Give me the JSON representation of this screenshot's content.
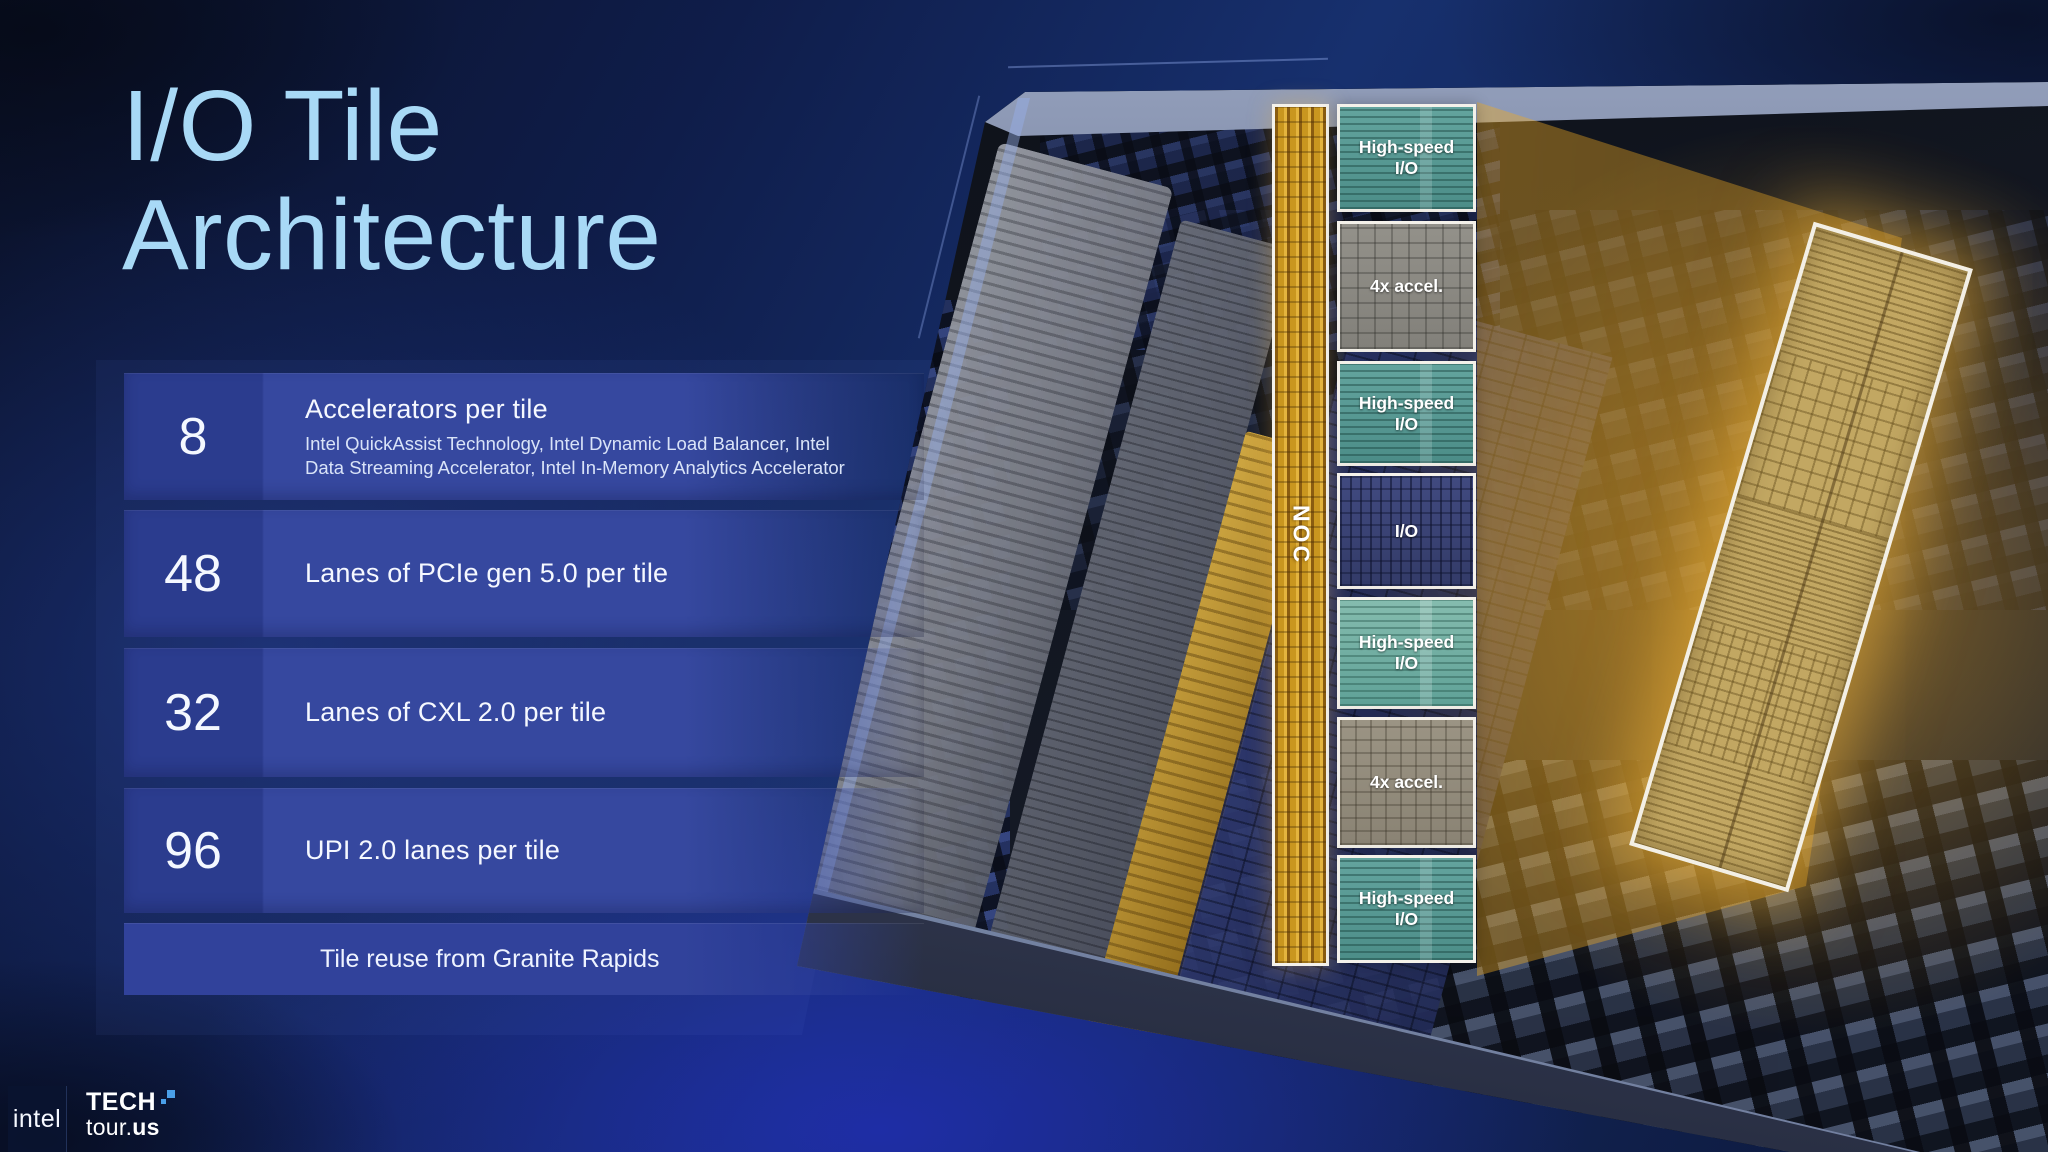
{
  "slide": {
    "title_line1": "I/O Tile",
    "title_line2": "Architecture",
    "specs": [
      {
        "value": "8",
        "label": "Accelerators per tile",
        "subline1": "Intel QuickAssist Technology, Intel Dynamic Load Balancer, Intel",
        "subline2": "Data Streaming Accelerator, Intel In-Memory Analytics Accelerator"
      },
      {
        "value": "48",
        "label": "Lanes of PCIe gen 5.0 per tile"
      },
      {
        "value": "32",
        "label": "Lanes of CXL 2.0 per tile"
      },
      {
        "value": "96",
        "label": "UPI 2.0 lanes per tile"
      }
    ],
    "footnote": "Tile reuse from Granite Rapids"
  },
  "diagram": {
    "noc_label": "NOC",
    "blocks": [
      {
        "label": "High-speed I/O"
      },
      {
        "label": "4x accel."
      },
      {
        "label": "High-speed I/O"
      },
      {
        "label": "I/O"
      },
      {
        "label": "High-speed I/O"
      },
      {
        "label": "4x accel."
      },
      {
        "label": "High-speed I/O"
      }
    ]
  },
  "branding": {
    "intel": "intel",
    "tech": "TECH",
    "tour": "tour.",
    "tour_tld": "us"
  },
  "colors": {
    "title_blue": "#a8d9f6",
    "row_number_cell": "#2b3c8e",
    "row_body_cell": "#36489f",
    "noc_gold": "#c9961f",
    "beam_gold": "#f0ad24",
    "hsio_teal": "#579e97",
    "accel_gray": "#8e8c84",
    "io_navy": "#3a4273",
    "logo_accent_blue": "#4a9fe8"
  }
}
